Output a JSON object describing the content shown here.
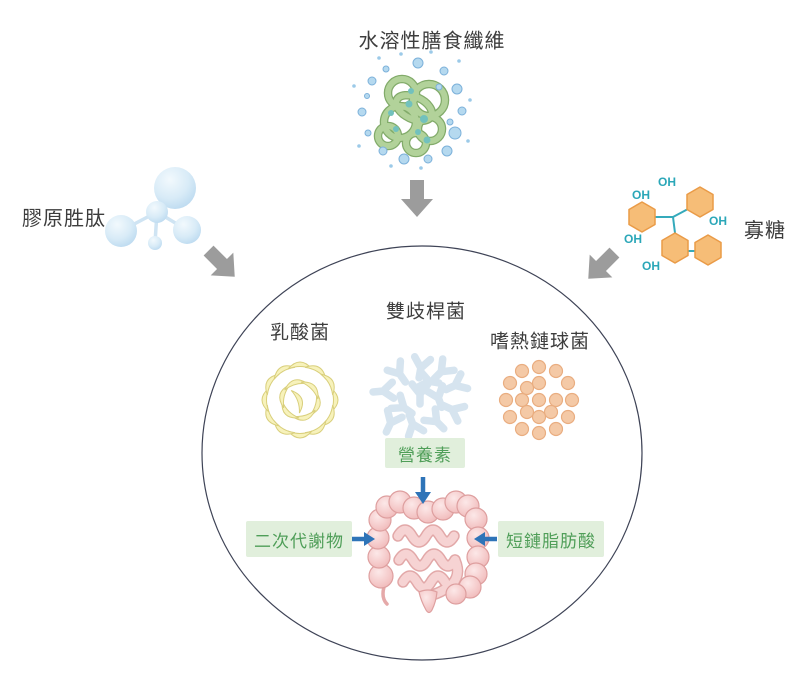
{
  "inputs": {
    "fiber": {
      "label": "水溶性膳食纖維"
    },
    "collagen": {
      "label": "膠原胜肽"
    },
    "oligosaccharide": {
      "label": "寡糖",
      "oh": "OH"
    }
  },
  "bacteria": {
    "lactic_acid": "乳酸菌",
    "bifidobacterium": "雙歧桿菌",
    "streptococcus": "嗜熱鏈球菌"
  },
  "outputs": {
    "nutrients": "營養素",
    "secondary_metabolites": "二次代謝物",
    "short_chain_fatty_acids": "短鏈脂肪酸"
  },
  "colors": {
    "label_text": "#3d3d3d",
    "green_box_bg": "#e1efdc",
    "green_box_text": "#4f9e58",
    "blue_arrow": "#2e74b8",
    "gray_arrow": "#9c9c9c",
    "teal_bond": "#35aabb",
    "hexagon_fill": "#f6bd77",
    "circle_outline": "#3e4356",
    "fiber_green": "#a8cc8e",
    "bubble_blue": "#b5d9ef",
    "collagen_blue": "#cfe4f3",
    "lactic_yellow": "#f7f2bb",
    "bifido_blue": "#d6e4ef",
    "strepto_orange": "#f4c9a6",
    "intestine_pink": "#f0bcbc"
  }
}
